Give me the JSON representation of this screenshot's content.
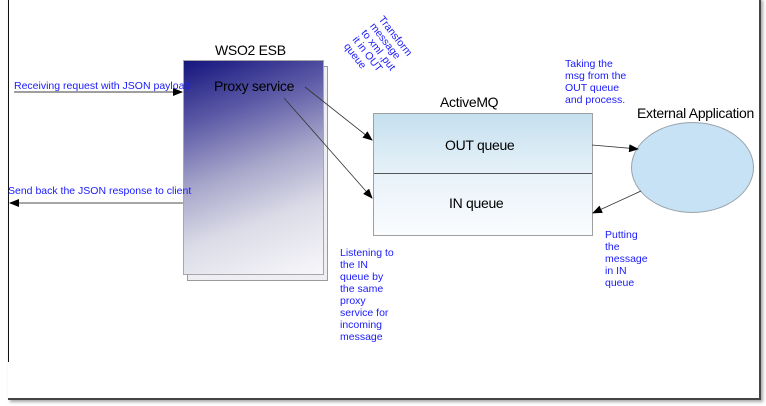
{
  "diagram": {
    "nodes": {
      "esb": {
        "title": "WSO2 ESB",
        "inner_label": "Proxy service"
      },
      "activemq": {
        "title": "ActiveMQ",
        "out_queue": "OUT queue",
        "in_queue": "IN queue"
      },
      "external_app": {
        "title": "External Application"
      }
    },
    "annotations": {
      "receiving_request": "Receiving request with JSON payload",
      "send_back": "Send back the JSON response to client",
      "transform": "Transform\nmessage\nto xml ,put\nit in OUT\nqueue",
      "taking_msg": [
        "Taking the",
        "msg from the",
        "OUT queue",
        "and process."
      ],
      "listening": [
        "Listening to",
        "the IN",
        "queue by",
        "the same",
        "proxy",
        "service for",
        "incoming",
        "message"
      ],
      "putting": [
        "Putting",
        "the",
        "message",
        "in IN",
        "queue"
      ]
    },
    "edges": [
      {
        "from": "client",
        "to": "esb",
        "label": "Receiving request with JSON payload"
      },
      {
        "from": "esb",
        "to": "client",
        "label": "Send back the JSON response to client"
      },
      {
        "from": "proxy-service",
        "to": "out-queue",
        "label": "Transform message to xml ,put it in OUT queue"
      },
      {
        "from": "proxy-service",
        "to": "in-queue",
        "label": "Listening to the IN queue by the same proxy service for incoming message"
      },
      {
        "from": "out-queue",
        "to": "external-application",
        "label": "Taking the msg from the OUT queue and process."
      },
      {
        "from": "external-application",
        "to": "in-queue",
        "label": "Putting the message in IN queue"
      }
    ],
    "colors": {
      "annotation_text": "#1a1aff",
      "esb_gradient_top": "#15157e",
      "queue_fill": "#c5e0ef",
      "external_app_fill": "#c6e2f4"
    }
  }
}
